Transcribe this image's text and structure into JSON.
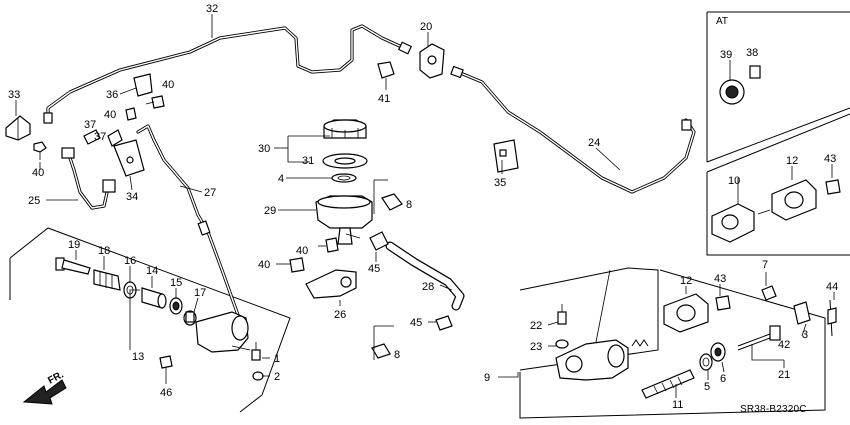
{
  "diagram": {
    "section_label": "AT",
    "fr_label": "FR.",
    "catalog_code": "SR38-B2320C",
    "callouts": {
      "c32": "32",
      "c20": "20",
      "c33": "33",
      "c36": "36",
      "c40a": "40",
      "c40b": "40",
      "c40c": "40",
      "c41": "41",
      "c37a": "37",
      "c37b": "37",
      "c34": "34",
      "c25": "25",
      "c27": "27",
      "c30": "30",
      "c31": "31",
      "c4": "4",
      "c29": "29",
      "c8a": "8",
      "c8b": "8",
      "c35": "35",
      "c24": "24",
      "c39": "39",
      "c38": "38",
      "c10": "10",
      "c12a": "12",
      "c43a": "43",
      "c19": "19",
      "c18": "18",
      "c16": "16",
      "c14": "14",
      "c15": "15",
      "c17": "17",
      "c13": "13",
      "c1": "1",
      "c2": "2",
      "c46": "46",
      "c40d": "40",
      "c40e": "40",
      "c45a": "45",
      "c26": "26",
      "c28": "28",
      "c45b": "45",
      "c12b": "12",
      "c43b": "43",
      "c7": "7",
      "c44": "44",
      "c3": "3",
      "c22": "22",
      "c23": "23",
      "c9": "9",
      "c5": "5",
      "c6": "6",
      "c42": "42",
      "c21": "21",
      "c11": "11"
    }
  }
}
